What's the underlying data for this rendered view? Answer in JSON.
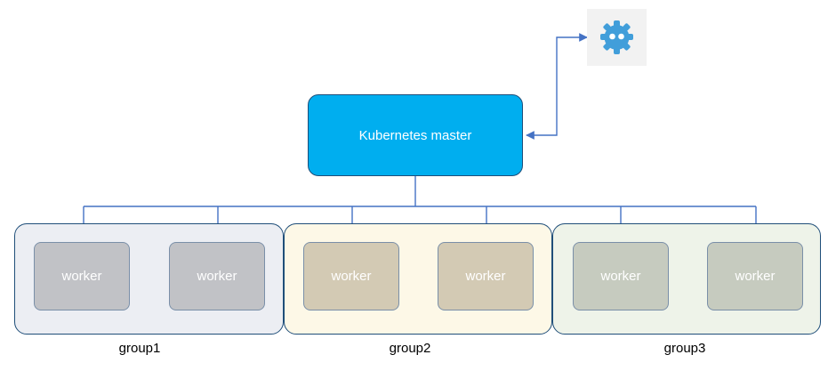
{
  "master": {
    "label": "Kubernetes master",
    "color": "#00aeef"
  },
  "etcd": {
    "icon": "etcd-logo-icon",
    "color": "#419eda"
  },
  "groups": [
    {
      "label": "group1",
      "fill": "#eceef3",
      "worker_fill": "#c1c2c6",
      "workers": [
        "worker",
        "worker"
      ]
    },
    {
      "label": "group2",
      "fill": "#fdf8e7",
      "worker_fill": "#d3cab4",
      "workers": [
        "worker",
        "worker"
      ]
    },
    {
      "label": "group3",
      "fill": "#eef3e9",
      "worker_fill": "#c6cbbf",
      "workers": [
        "worker",
        "worker"
      ]
    }
  ],
  "line_color": "#4472c4"
}
